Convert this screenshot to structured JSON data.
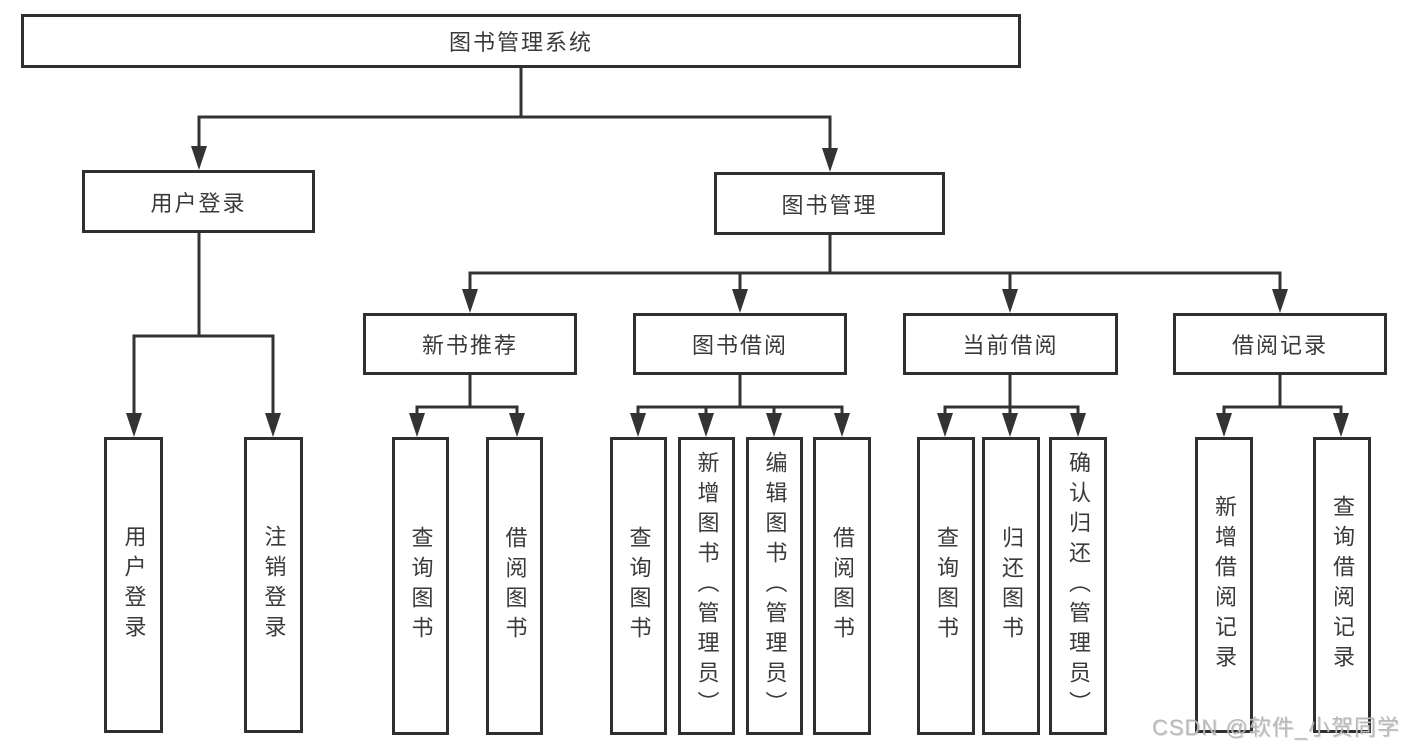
{
  "nodes": [
    {
      "id": "root",
      "label": "图书管理系统",
      "parent": null
    },
    {
      "id": "user-login",
      "label": "用户登录",
      "parent": "root"
    },
    {
      "id": "book-mgmt",
      "label": "图书管理",
      "parent": "root"
    },
    {
      "id": "leaf-user-login",
      "label": "用户登录",
      "parent": "user-login"
    },
    {
      "id": "leaf-logout",
      "label": "注销登录",
      "parent": "user-login"
    },
    {
      "id": "new-book-rec",
      "label": "新书推荐",
      "parent": "book-mgmt"
    },
    {
      "id": "book-borrow",
      "label": "图书借阅",
      "parent": "book-mgmt"
    },
    {
      "id": "current-borrow",
      "label": "当前借阅",
      "parent": "book-mgmt"
    },
    {
      "id": "borrow-records",
      "label": "借阅记录",
      "parent": "book-mgmt"
    },
    {
      "id": "nbr-query",
      "label": "查询图书",
      "parent": "new-book-rec"
    },
    {
      "id": "nbr-borrow",
      "label": "借阅图书",
      "parent": "new-book-rec"
    },
    {
      "id": "bb-query",
      "label": "查询图书",
      "parent": "book-borrow"
    },
    {
      "id": "bb-add",
      "label": "新增图书（管理员）",
      "parent": "book-borrow"
    },
    {
      "id": "bb-edit",
      "label": "编辑图书（管理员）",
      "parent": "book-borrow"
    },
    {
      "id": "bb-borrow",
      "label": "借阅图书",
      "parent": "book-borrow"
    },
    {
      "id": "cb-query",
      "label": "查询图书",
      "parent": "current-borrow"
    },
    {
      "id": "cb-return",
      "label": "归还图书",
      "parent": "current-borrow"
    },
    {
      "id": "cb-confirm",
      "label": "确认归还（管理员）",
      "parent": "current-borrow"
    },
    {
      "id": "br-add",
      "label": "新增借阅记录",
      "parent": "borrow-records"
    },
    {
      "id": "br-query",
      "label": "查询借阅记录",
      "parent": "borrow-records"
    }
  ],
  "watermark": {
    "text": "CSDN @软件_小贺同学"
  },
  "colors": {
    "line": "#333333",
    "box_border": "#2f2f2f",
    "text": "#3a3a3a",
    "background": "#ffffff",
    "watermark": "#b9b9b9"
  }
}
